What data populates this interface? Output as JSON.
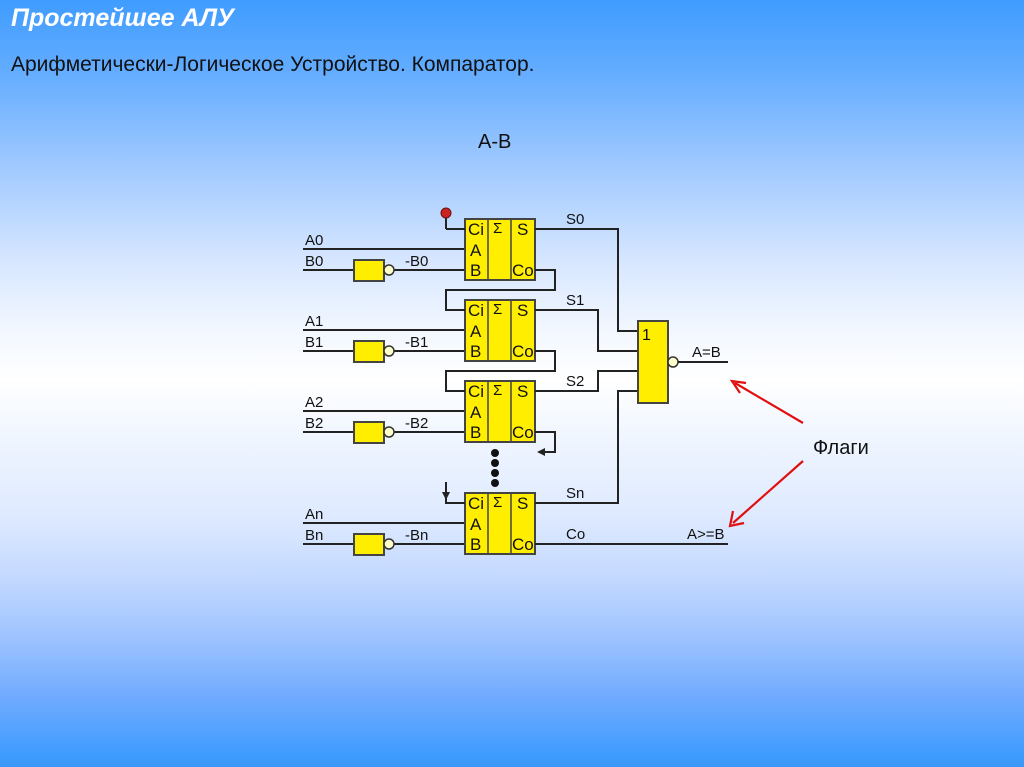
{
  "slide": {
    "title": "Простейшее АЛУ",
    "subtitle": "Арифметически-Логическое Устройство. Компаратор.",
    "operation": "A-B"
  },
  "diagram": {
    "adder": {
      "pins": {
        "carry_in": "Ci",
        "a": "A",
        "b": "B",
        "sum_symbol": "Σ",
        "sum": "S",
        "carry_out": "Co"
      }
    },
    "stages": [
      {
        "a": "A0",
        "b": "B0",
        "neg_b": "-B0",
        "sum": "S0"
      },
      {
        "a": "A1",
        "b": "B1",
        "neg_b": "-B1",
        "sum": "S1"
      },
      {
        "a": "A2",
        "b": "B2",
        "neg_b": "-B2",
        "sum": "S2"
      },
      {
        "a": "An",
        "b": "Bn",
        "neg_b": "-Bn",
        "sum": "Sn"
      }
    ],
    "carry_out_label": "Co",
    "nor_gate_symbol": "1",
    "outputs": {
      "equal": "A=B",
      "greater_equal": "A>=B"
    },
    "flags_label": "Флаги",
    "colors": {
      "block": "#ffee00",
      "wire": "#222222",
      "arrow": "#e01010",
      "carry_source": "#cc2222"
    }
  }
}
